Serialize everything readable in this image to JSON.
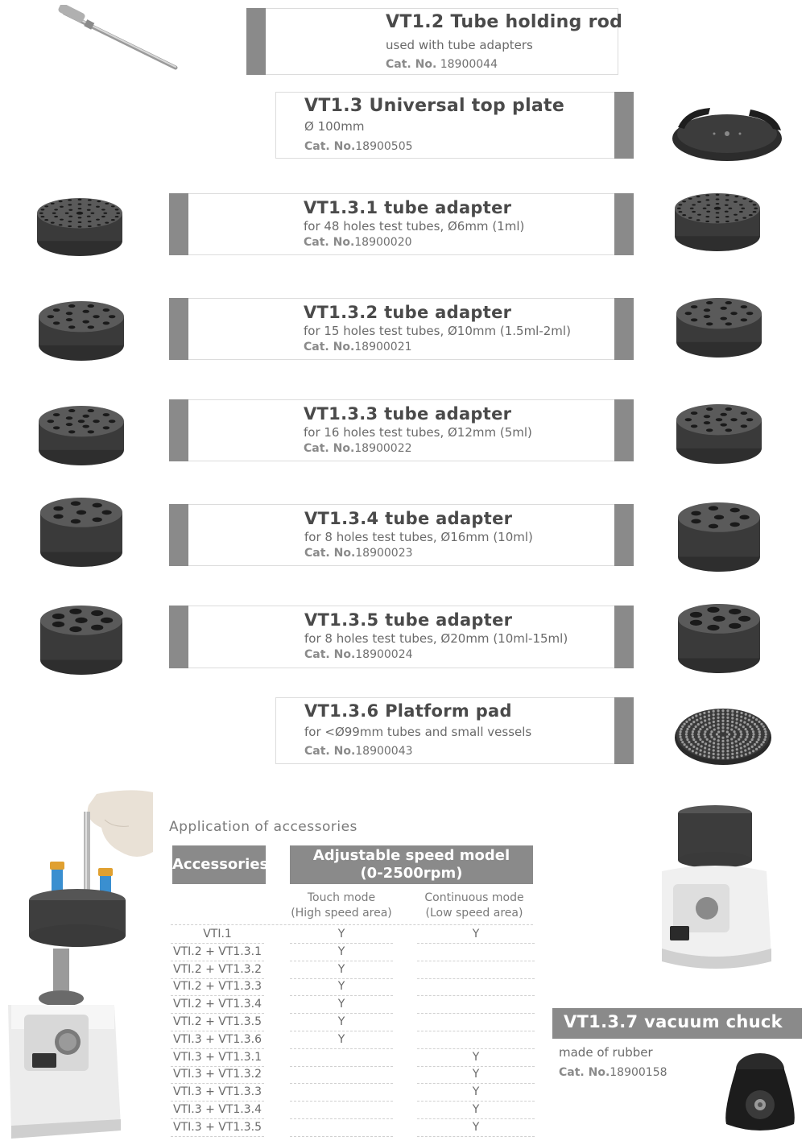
{
  "items": [
    {
      "title": "VT1.2 Tube holding rod",
      "desc": "used with tube adapters",
      "cat_label": "Cat. No.",
      "cat_no": " 18900044"
    },
    {
      "title": "VT1.3 Universal top plate",
      "desc": "Ø 100mm",
      "cat_label": "Cat. No.",
      "cat_no": "18900505"
    },
    {
      "title": "VT1.3.1 tube adapter",
      "desc": "for 48 holes test tubes, Ø6mm (1ml)",
      "cat_label": "Cat. No.",
      "cat_no": "18900020"
    },
    {
      "title": "VT1.3.2 tube adapter",
      "desc": "for 15 holes test tubes, Ø10mm (1.5ml-2ml)",
      "cat_label": "Cat. No.",
      "cat_no": "18900021"
    },
    {
      "title": "VT1.3.3 tube adapter",
      "desc": "for 16 holes test tubes, Ø12mm (5ml)",
      "cat_label": "Cat. No.",
      "cat_no": "18900022"
    },
    {
      "title": "VT1.3.4 tube adapter",
      "desc": "for 8 holes test tubes, Ø16mm (10ml)",
      "cat_label": "Cat. No.",
      "cat_no": "18900023"
    },
    {
      "title": "VT1.3.5 tube adapter",
      "desc": "for 8 holes test tubes, Ø20mm (10ml-15ml)",
      "cat_label": "Cat. No.",
      "cat_no": "18900024"
    },
    {
      "title": "VT1.3.6 Platform pad",
      "desc": "for <Ø99mm tubes and small vessels",
      "cat_label": "Cat. No.",
      "cat_no": "18900043"
    }
  ],
  "application": {
    "heading": "Application of accessories",
    "col_accessories": "Accessories",
    "col_speed": "Adjustable speed model",
    "col_speed_range": "(0-2500rpm)",
    "touch_mode": "Touch mode",
    "touch_area": "(High speed area)",
    "cont_mode": "Continuous mode",
    "cont_area": "(Low speed area)",
    "rows": [
      {
        "acc": "VTI.1",
        "touch": "Y",
        "cont": "Y"
      },
      {
        "acc": "VTI.2 + VT1.3.1",
        "touch": "Y",
        "cont": ""
      },
      {
        "acc": "VTI.2 + VT1.3.2",
        "touch": "Y",
        "cont": ""
      },
      {
        "acc": "VTI.2 + VT1.3.3",
        "touch": "Y",
        "cont": ""
      },
      {
        "acc": "VTI.2 + VT1.3.4",
        "touch": "Y",
        "cont": ""
      },
      {
        "acc": "VTI.2 + VT1.3.5",
        "touch": "Y",
        "cont": ""
      },
      {
        "acc": "VTI.3 + VT1.3.6",
        "touch": "Y",
        "cont": ""
      },
      {
        "acc": "VTI.3 + VT1.3.1",
        "touch": "",
        "cont": "Y"
      },
      {
        "acc": "VTI.3 + VT1.3.2",
        "touch": "",
        "cont": "Y"
      },
      {
        "acc": "VTI.3 + VT1.3.3",
        "touch": "",
        "cont": "Y"
      },
      {
        "acc": "VTI.3 + VT1.3.4",
        "touch": "",
        "cont": "Y"
      },
      {
        "acc": "VTI.3 + VT1.3.5",
        "touch": "",
        "cont": "Y"
      }
    ]
  },
  "vacuum": {
    "title": "VT1.3.7 vacuum chuck",
    "desc": "made of rubber",
    "cat_label": "Cat. No.",
    "cat_no": "18900158"
  },
  "colors": {
    "bar": "#8a8a8a",
    "foam": "#4a4a4a",
    "text": "#6a6a6a"
  }
}
